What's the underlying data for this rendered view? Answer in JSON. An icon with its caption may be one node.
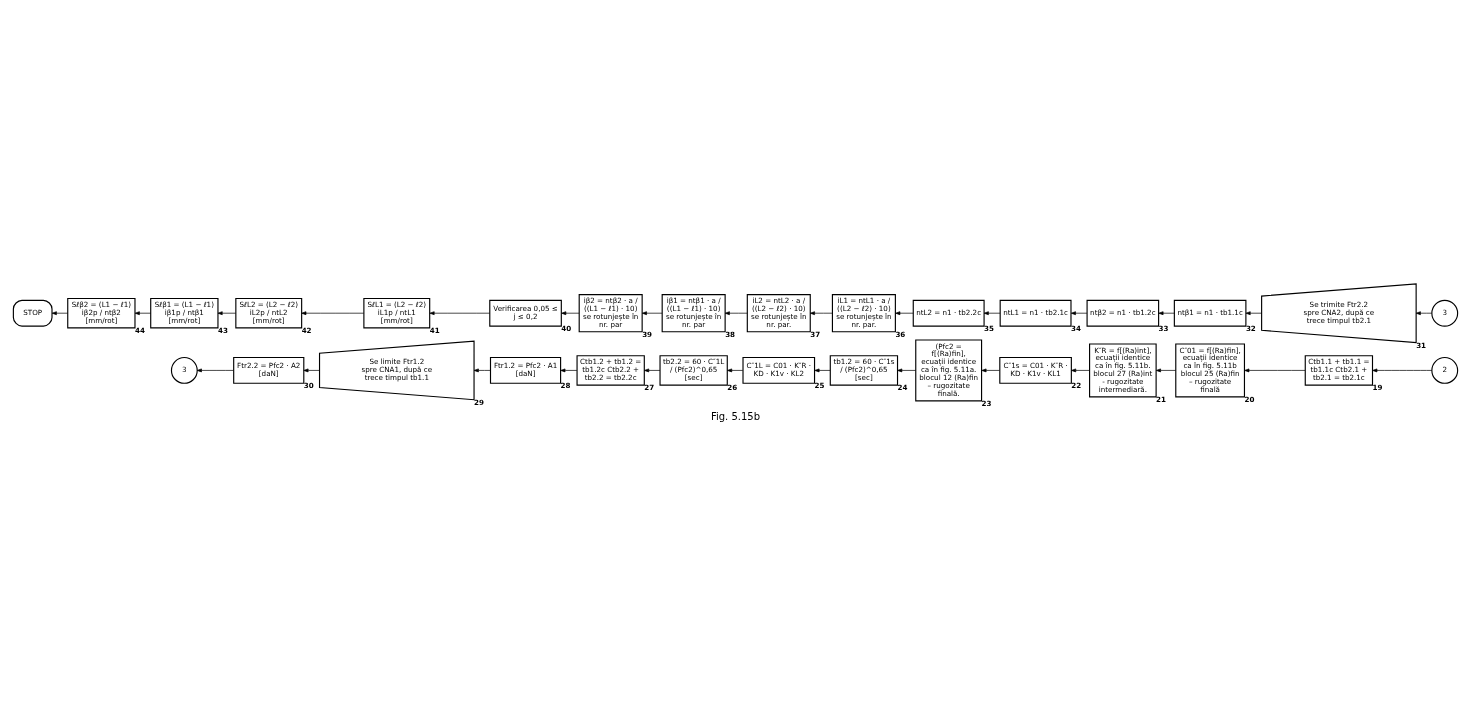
{
  "diagram": {
    "caption": "Fig. 5.15b",
    "nodes": [
      {
        "text": [
          "2"
        ]
      },
      {
        "text": [
          "Ctb1.1 + tb1.1 = tb1.1c Ctb2.1 + tb2.1 = tb2.1c"
        ],
        "beside": [
          "19"
        ]
      },
      {
        "text": [
          "C″01 = f[(Ra)fin], ecuații identice ca în fig. 5.11b blocul 25 (Ra)fin – rugozitate finală"
        ],
        "beside": [
          "20"
        ]
      },
      {
        "text": [
          "K″R = f[(Ra)int], ecuații identice ca în fig. 5.11b. blocul 27 (Ra)int - rugozitate intermediară."
        ],
        "beside": [
          "21"
        ]
      },
      {
        "text": [
          "C″1s = C01 · K″R · KD · K1v · KL1"
        ],
        "beside": [
          "22"
        ]
      },
      {
        "text": [
          "(Pfc2 = f[(Ra)fin], ecuații identice ca în fig. 5.11a. blocul 12 (Ra)fin – rugozitate finală."
        ],
        "beside": [
          "23"
        ]
      },
      {
        "text": [
          "tb1.2 = 60 · C″1s / (Pfc2)^0,65 [sec]"
        ],
        "beside": [
          "24"
        ]
      },
      {
        "text": [
          "C″1L = C01 · K″R · KD · K1v · KL2"
        ],
        "beside": [
          "25"
        ]
      },
      {
        "text": [
          "tb2.2 = 60 · C″1L / (Pfc2)^0,65 [sec]"
        ],
        "beside": [
          "26"
        ]
      },
      {
        "text": [
          "Ctb1.2 + tb1.2 = tb1.2c Ctb2.2 + tb2.2 = tb2.2c"
        ],
        "beside": [
          "27"
        ]
      },
      {
        "text": [
          "Ftr1.2 = Pfc2 · A1 [daN]"
        ],
        "beside": [
          "28"
        ]
      },
      {
        "text": [
          "Se limite Ftr1.2 spre CNA1, după ce trece timpul tb1.1"
        ],
        "beside": [
          "29"
        ]
      },
      {
        "text": [
          "Ftr2.2 = Pfc2 · A2 [daN]"
        ],
        "beside": [
          "30"
        ]
      },
      {
        "text": [
          "3"
        ]
      },
      {
        "text": [
          "3"
        ]
      },
      {
        "text": [
          "Se trimite Ftr2.2 spre CNA2, după ce trece timpul tb2.1"
        ],
        "beside": [
          "31"
        ]
      },
      {
        "text": [
          "ntβ1 = n1 · tb1.1c"
        ],
        "beside": [
          "32"
        ]
      },
      {
        "text": [
          "ntβ2 = n1 · tb1.2c"
        ],
        "beside": [
          "33"
        ]
      },
      {
        "text": [
          "ntL1 = n1 · tb2.1c"
        ],
        "beside": [
          "34"
        ]
      },
      {
        "text": [
          "ntL2 = n1 · tb2.2c"
        ],
        "beside": [
          "35"
        ]
      },
      {
        "text": [
          "iL1 = ntL1 · a / ((L2 − ℓ2) · 10)",
          "se rotunjește în nr. par."
        ],
        "beside": [
          "36"
        ]
      },
      {
        "text": [
          "iL2 = ntL2 · a / ((L2 − ℓ2) · 10)",
          "se rotunjește în nr. par."
        ],
        "beside": [
          "37"
        ]
      },
      {
        "text": [
          "iβ1 = ntβ1 · a / ((L1 − ℓ1) · 10)",
          "se rotunjește în nr. par"
        ],
        "beside": [
          "38"
        ]
      },
      {
        "text": [
          "iβ2 = ntβ2 · a / ((L1 − ℓ1) · 10)",
          "se rotunjește în nr. par"
        ],
        "beside": [
          "39"
        ]
      },
      {
        "text": [
          "Verificarea 0,05 ≤ j ≤ 0,2"
        ],
        "beside": [
          "40"
        ]
      },
      {
        "text": [
          "SℓL1 = (L2 − ℓ2) iL1p / ntL1 [mm/rot]"
        ],
        "beside": [
          "41"
        ]
      },
      {
        "text": [
          "SℓL2 = (L2 − ℓ2) iL2p / ntL2 [mm/rot]"
        ],
        "beside": [
          "42"
        ]
      },
      {
        "text": [
          "Sℓβ1 = (L1 − ℓ1) iβ1p / ntβ1 [mm/rot]"
        ],
        "beside": [
          "43"
        ]
      },
      {
        "text": [
          "Sℓβ2 = (L1 − ℓ1) iβ2p / ntβ2 [mm/rot]"
        ],
        "beside": [
          "44"
        ]
      },
      {
        "text": [
          "STOP"
        ]
      }
    ],
    "edges": [
      {
        "from": 0,
        "to": 1,
        "arrow": "to"
      },
      {
        "from": 1,
        "to": 2,
        "arrow": "to"
      },
      {
        "from": 2,
        "to": 3,
        "arrow": "to"
      },
      {
        "from": 3,
        "to": 4,
        "arrow": "to"
      },
      {
        "from": 4,
        "to": 5,
        "arrow": "to"
      },
      {
        "from": 5,
        "to": 6,
        "arrow": "to"
      },
      {
        "from": 6,
        "to": 7,
        "arrow": "to"
      },
      {
        "from": 7,
        "to": 8,
        "arrow": "to"
      },
      {
        "from": 8,
        "to": 9,
        "arrow": "to"
      },
      {
        "from": 9,
        "to": 10,
        "arrow": "to"
      },
      {
        "from": 10,
        "to": 11,
        "arrow": "to"
      },
      {
        "from": 11,
        "to": 12,
        "arrow": "to"
      },
      {
        "from": 12,
        "to": 13,
        "arrow": "to"
      },
      {
        "from": 14,
        "to": 15,
        "arrow": "to"
      },
      {
        "from": 15,
        "to": 16,
        "arrow": "to"
      },
      {
        "from": 16,
        "to": 17,
        "arrow": "to"
      },
      {
        "from": 17,
        "to": 18,
        "arrow": "to"
      },
      {
        "from": 18,
        "to": 19,
        "arrow": "to"
      },
      {
        "from": 19,
        "to": 20,
        "arrow": "to"
      },
      {
        "from": 20,
        "to": 21,
        "arrow": "to"
      },
      {
        "from": 21,
        "to": 22,
        "arrow": "to"
      },
      {
        "from": 22,
        "to": 23,
        "arrow": "to"
      },
      {
        "from": 23,
        "to": 24,
        "arrow": "to"
      },
      {
        "from": 24,
        "to": 25,
        "arrow": "to"
      },
      {
        "from": 25,
        "to": 26,
        "arrow": "to"
      },
      {
        "from": 26,
        "to": 27,
        "arrow": "to"
      },
      {
        "from": 27,
        "to": 28,
        "arrow": "to"
      },
      {
        "from": 28,
        "to": 29,
        "arrow": "to"
      }
    ]
  }
}
